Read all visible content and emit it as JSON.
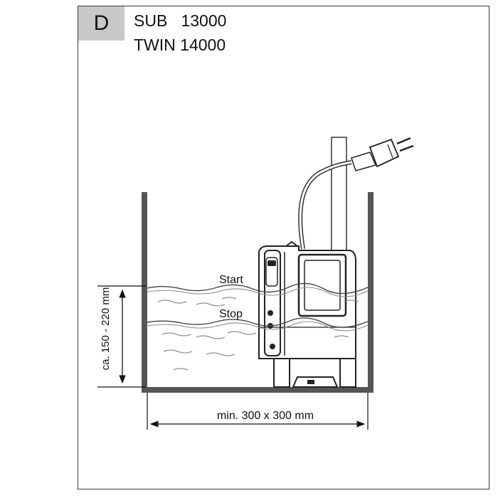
{
  "header": {
    "tag": "D",
    "model_line1": "SUB   13000",
    "model_line2": "TWIN 14000"
  },
  "diagram": {
    "start_label": "Start",
    "stop_label": "Stop",
    "height_label": "ca. 150 - 220 mm",
    "width_label": "min. 300 x 300 mm"
  }
}
